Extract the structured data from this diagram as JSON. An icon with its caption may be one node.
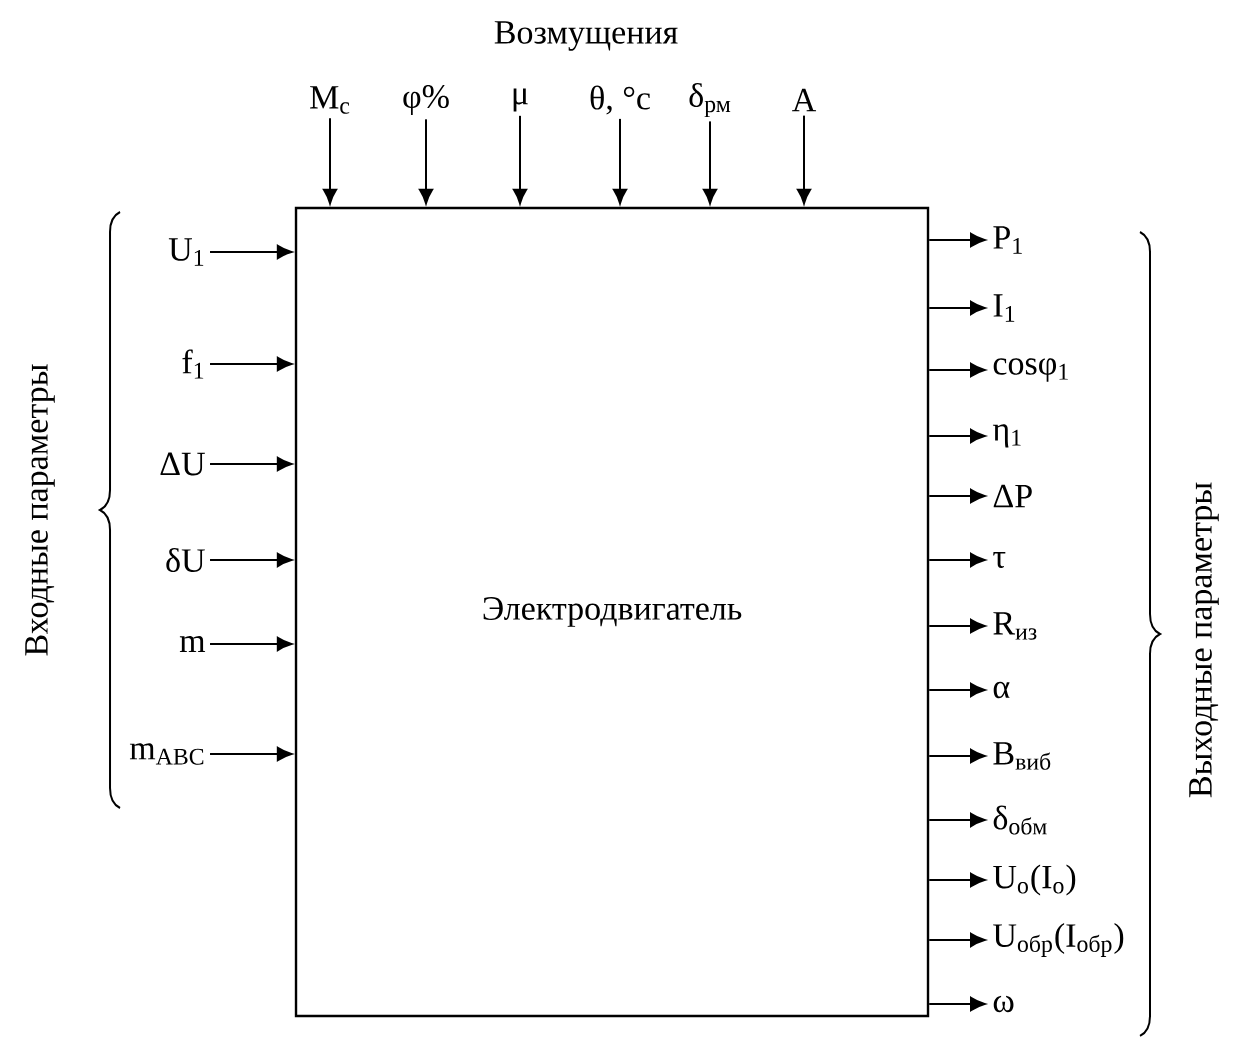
{
  "diagram": {
    "nodes": [
      {
        "text": [
          "Электродвигатель"
        ]
      },
      {
        "text": [
          "M$_{c}$"
        ]
      },
      {
        "text": [
          "φ%"
        ]
      },
      {
        "text": [
          "μ"
        ]
      },
      {
        "text": [
          "θ, °c"
        ]
      },
      {
        "text": [
          "δ$_{рм}$"
        ]
      },
      {
        "text": [
          "A"
        ]
      },
      {
        "text": [
          "U$_{1}$"
        ]
      },
      {
        "text": [
          "f$_{1}$"
        ]
      },
      {
        "text": [
          "ΔU"
        ]
      },
      {
        "text": [
          "δU"
        ]
      },
      {
        "text": [
          "m"
        ]
      },
      {
        "text": [
          "m$_{ABC}$"
        ]
      },
      {
        "text": [
          "P$_{1}$"
        ]
      },
      {
        "text": [
          "I$_{1}$"
        ]
      },
      {
        "text": [
          "cosφ$_{1}$"
        ]
      },
      {
        "text": [
          "η$_{1}$"
        ]
      },
      {
        "text": [
          "ΔP"
        ]
      },
      {
        "text": [
          "τ"
        ]
      },
      {
        "text": [
          "R$_{из}$"
        ]
      },
      {
        "text": [
          "α"
        ]
      },
      {
        "text": [
          "B$_{виб}$"
        ]
      },
      {
        "text": [
          "δ$_{обм}$"
        ]
      },
      {
        "text": [
          "U$_{о}$(I$_{о}$)"
        ]
      },
      {
        "text": [
          "U$_{обр}$(I$_{обр}$)"
        ]
      },
      {
        "text": [
          "ω"
        ]
      }
    ],
    "edges": [
      {
        "from": 1,
        "to": 0,
        "arrow": "to"
      },
      {
        "from": 2,
        "to": 0,
        "arrow": "to"
      },
      {
        "from": 3,
        "to": 0,
        "arrow": "to"
      },
      {
        "from": 4,
        "to": 0,
        "arrow": "to"
      },
      {
        "from": 5,
        "to": 0,
        "arrow": "to"
      },
      {
        "from": 6,
        "to": 0,
        "arrow": "to"
      },
      {
        "from": 7,
        "to": 0,
        "arrow": "to"
      },
      {
        "from": 8,
        "to": 0,
        "arrow": "to"
      },
      {
        "from": 9,
        "to": 0,
        "arrow": "to"
      },
      {
        "from": 10,
        "to": 0,
        "arrow": "to"
      },
      {
        "from": 11,
        "to": 0,
        "arrow": "to"
      },
      {
        "from": 12,
        "to": 0,
        "arrow": "to"
      },
      {
        "from": 0,
        "to": 13,
        "arrow": "to"
      },
      {
        "from": 0,
        "to": 14,
        "arrow": "to"
      },
      {
        "from": 0,
        "to": 15,
        "arrow": "to"
      },
      {
        "from": 0,
        "to": 16,
        "arrow": "to"
      },
      {
        "from": 0,
        "to": 17,
        "arrow": "to"
      },
      {
        "from": 0,
        "to": 18,
        "arrow": "to"
      },
      {
        "from": 0,
        "to": 19,
        "arrow": "to"
      },
      {
        "from": 0,
        "to": 20,
        "arrow": "to"
      },
      {
        "from": 0,
        "to": 21,
        "arrow": "to"
      },
      {
        "from": 0,
        "to": 22,
        "arrow": "to"
      },
      {
        "from": 0,
        "to": 23,
        "arrow": "to"
      },
      {
        "from": 0,
        "to": 24,
        "arrow": "to"
      },
      {
        "from": 0,
        "to": 25,
        "arrow": "to"
      }
    ],
    "labels": [
      "Возмущения",
      "Входные параметры",
      "Выходные параметры"
    ]
  }
}
